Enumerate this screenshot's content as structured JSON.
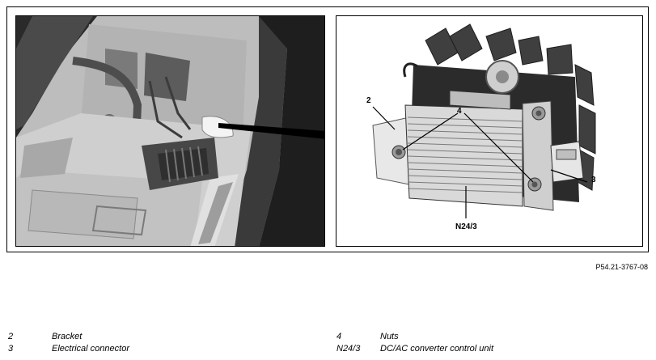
{
  "callouts": {
    "bracket": "2",
    "connector": "3",
    "nuts": "4",
    "control_unit": "N24/3"
  },
  "doc_ref": "P54.21-3767-08",
  "legend": [
    {
      "key": "2",
      "label": "Bracket"
    },
    {
      "key": "3",
      "label": "Electrical connector"
    },
    {
      "key": "4",
      "label": "Nuts"
    },
    {
      "key": "N24/3",
      "label": "DC/AC converter control unit"
    }
  ]
}
